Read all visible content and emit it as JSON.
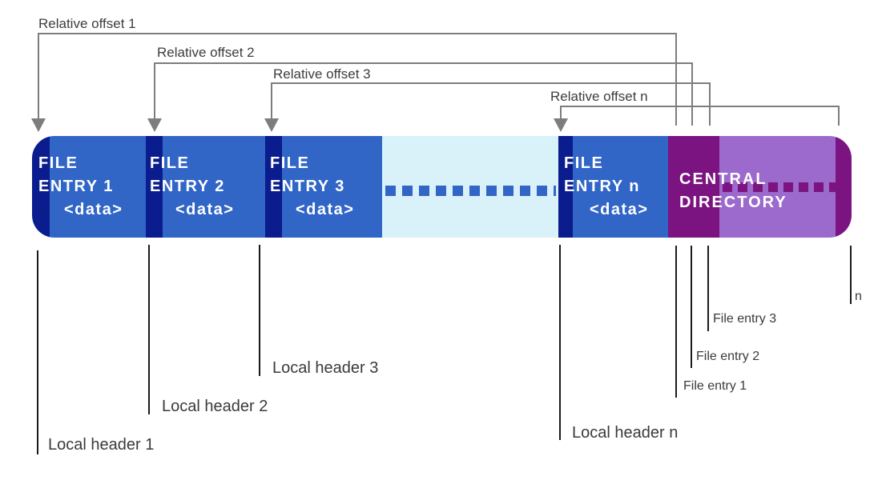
{
  "diagram": {
    "relative_offsets": [
      "Relative offset 1",
      "Relative offset 2",
      "Relative offset 3",
      "Relative offset n"
    ],
    "entries": [
      {
        "line1": "FILE",
        "line2": "ENTRY 1",
        "data": "<data>"
      },
      {
        "line1": "FILE",
        "line2": "ENTRY 2",
        "data": "<data>"
      },
      {
        "line1": "FILE",
        "line2": "ENTRY 3",
        "data": "<data>"
      },
      {
        "line1": "FILE",
        "line2": "ENTRY n",
        "data": "<data>"
      }
    ],
    "central_directory": {
      "line1": "CENTRAL",
      "line2": "DIRECTORY"
    },
    "local_headers": [
      "Local header 1",
      "Local header 2",
      "Local header 3",
      "Local header n"
    ],
    "central_file_entries": [
      "File entry 1",
      "File entry 2",
      "File entry 3",
      "n"
    ]
  },
  "colors": {
    "local_header_navy": "#0a1c8e",
    "file_entry_blue": "#3166c7",
    "gap_cyan": "#d9f2f9",
    "central_directory_purple": "#7b1480",
    "central_directory_light_purple": "#9c69cd",
    "offset_line_gray": "#7d7d7d",
    "pointer_line_black": "#1a1a1a",
    "label_text_gray": "#3d3d3d",
    "bar_text_white": "#ffffff"
  }
}
